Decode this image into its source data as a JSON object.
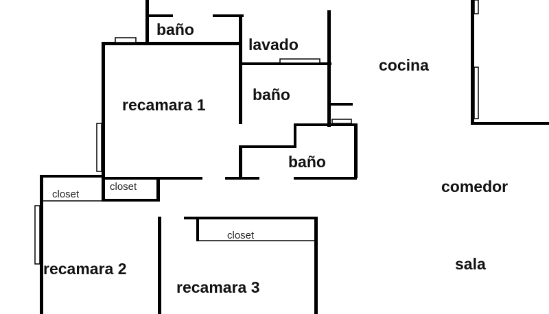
{
  "rooms": {
    "bano_top": "baño",
    "lavado": "lavado",
    "cocina": "cocina",
    "recamara1": "recamara 1",
    "bano_mid": "baño",
    "bano_low": "baño",
    "comedor": "comedor",
    "closet_a": "closet",
    "closet_b": "closet",
    "closet_c": "closet",
    "recamara2": "recamara 2",
    "sala": "sala",
    "recamara3": "recamara 3"
  }
}
